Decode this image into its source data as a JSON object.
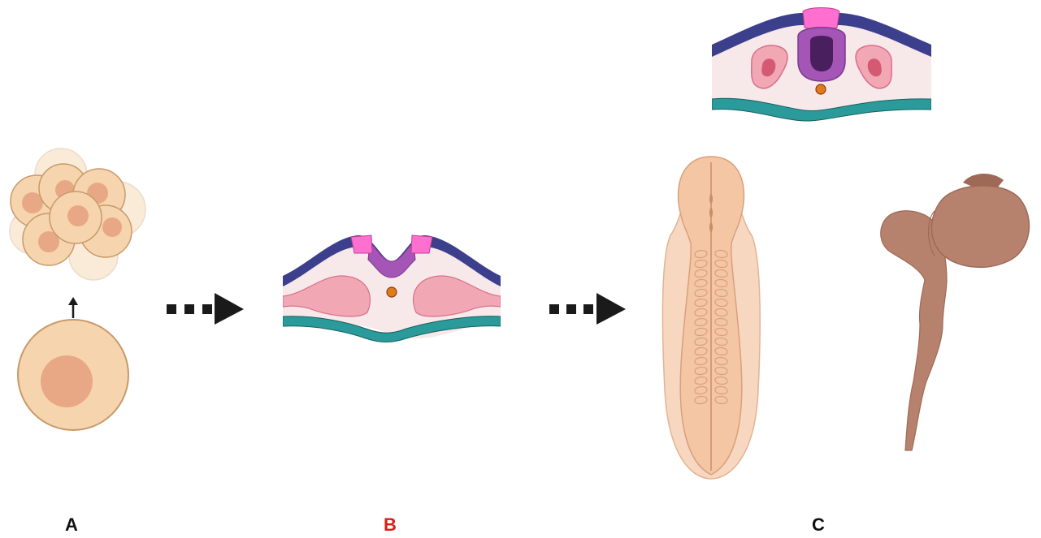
{
  "labels": {
    "a": "A",
    "b": "B",
    "c": "C"
  },
  "colors": {
    "label_default": "#111111",
    "label_highlight": "#d91e18",
    "cell_fill": "#f6d4ad",
    "cell_stroke": "#c79a6a",
    "cell_nucleus": "#e8a886",
    "ectoderm": "#3c3f8c",
    "neural_plate": "#a455b6",
    "neural_crest": "#ff6fcf",
    "mesoderm": "#f2a7b4",
    "endoderm": "#2a9a9a",
    "notochord": "#e07a1f",
    "tissue_bg": "#f7e8ea",
    "embryo": "#f4c6a4",
    "brain": "#b7826d",
    "arrow": "#1a1a1a"
  },
  "icons": {
    "panel_a_top": "morula-cluster-icon",
    "panel_a_bottom": "zygote-cell-icon",
    "panel_b": "neurulation-cross-section-icon",
    "panel_c_top": "neural-tube-cross-section-icon",
    "panel_c_mid": "somite-embryo-icon",
    "panel_c_right": "brain-spinal-cord-icon"
  }
}
